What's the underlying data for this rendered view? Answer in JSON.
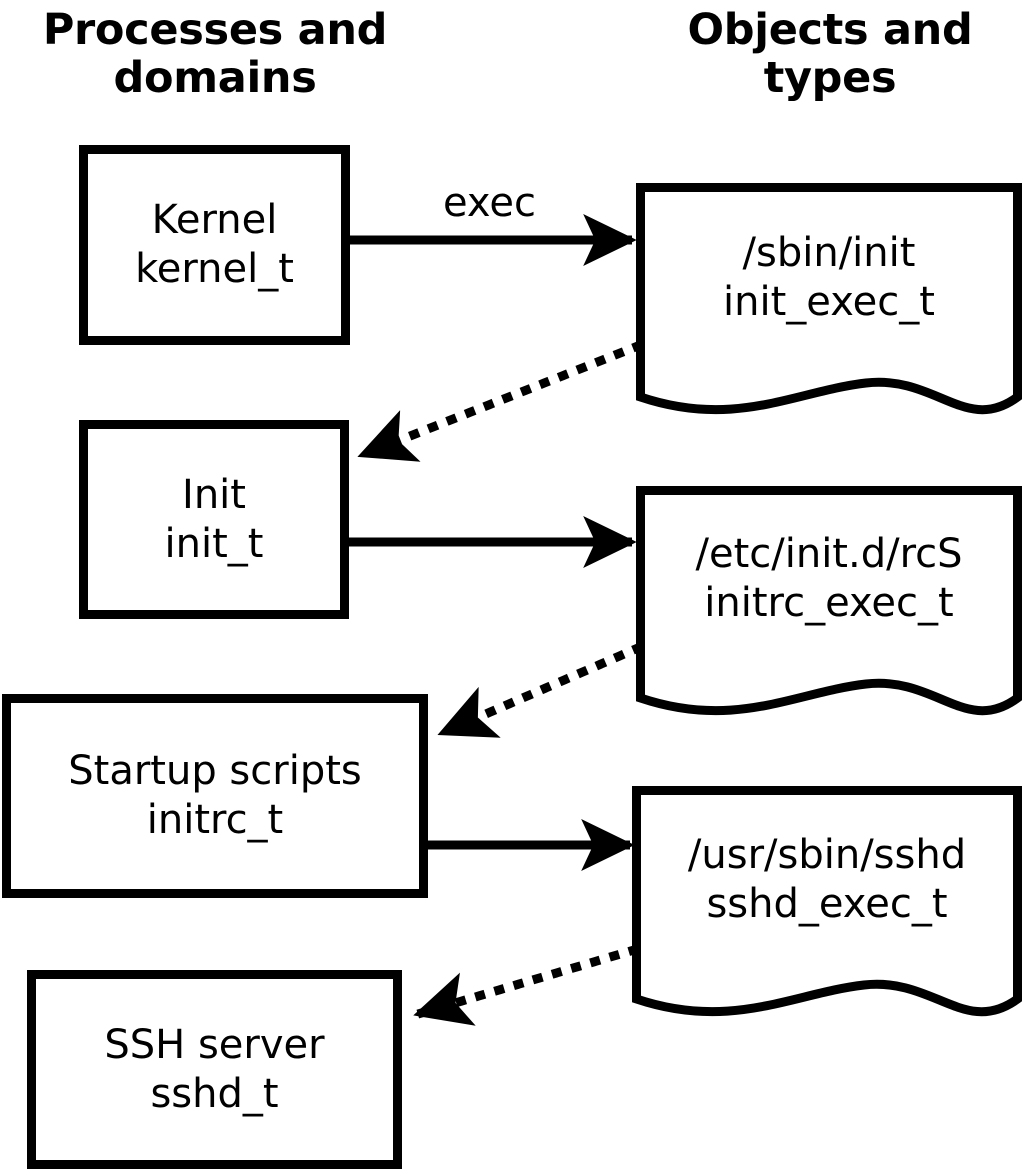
{
  "diagram": {
    "title_columns": {
      "left": "Processes\nand domains",
      "left_line1": "Processes",
      "left_line2": "and domains",
      "right_line1": "Objects and",
      "right_line2": "types"
    },
    "colors": {
      "stroke": "#000000",
      "fill": "#ffffff",
      "text": "#000000"
    },
    "processes": [
      {
        "id": "kernel",
        "name": "Kernel",
        "type": "kernel_t"
      },
      {
        "id": "init",
        "name": "Init",
        "type": "init_t"
      },
      {
        "id": "initrc",
        "name": "Startup scripts",
        "type": "initrc_t"
      },
      {
        "id": "sshd",
        "name": "SSH server",
        "type": "sshd_t"
      }
    ],
    "objects": [
      {
        "id": "init_exec",
        "path": "/sbin/init",
        "type": "init_exec_t"
      },
      {
        "id": "initrc_exec",
        "path": "/etc/init.d/rcS",
        "type": "initrc_exec_t"
      },
      {
        "id": "sshd_exec",
        "path": "/usr/sbin/sshd",
        "type": "sshd_exec_t"
      }
    ],
    "edges": [
      {
        "id": "e1",
        "from": "kernel",
        "to": "init_exec",
        "style": "solid",
        "label": "exec"
      },
      {
        "id": "e2",
        "from": "init_exec",
        "to": "init",
        "style": "dotted",
        "label": ""
      },
      {
        "id": "e3",
        "from": "init",
        "to": "initrc_exec",
        "style": "solid",
        "label": ""
      },
      {
        "id": "e4",
        "from": "initrc_exec",
        "to": "initrc",
        "style": "dotted",
        "label": ""
      },
      {
        "id": "e5",
        "from": "initrc",
        "to": "sshd_exec",
        "style": "solid",
        "label": ""
      },
      {
        "id": "e6",
        "from": "sshd_exec",
        "to": "sshd",
        "style": "dotted",
        "label": ""
      }
    ]
  }
}
